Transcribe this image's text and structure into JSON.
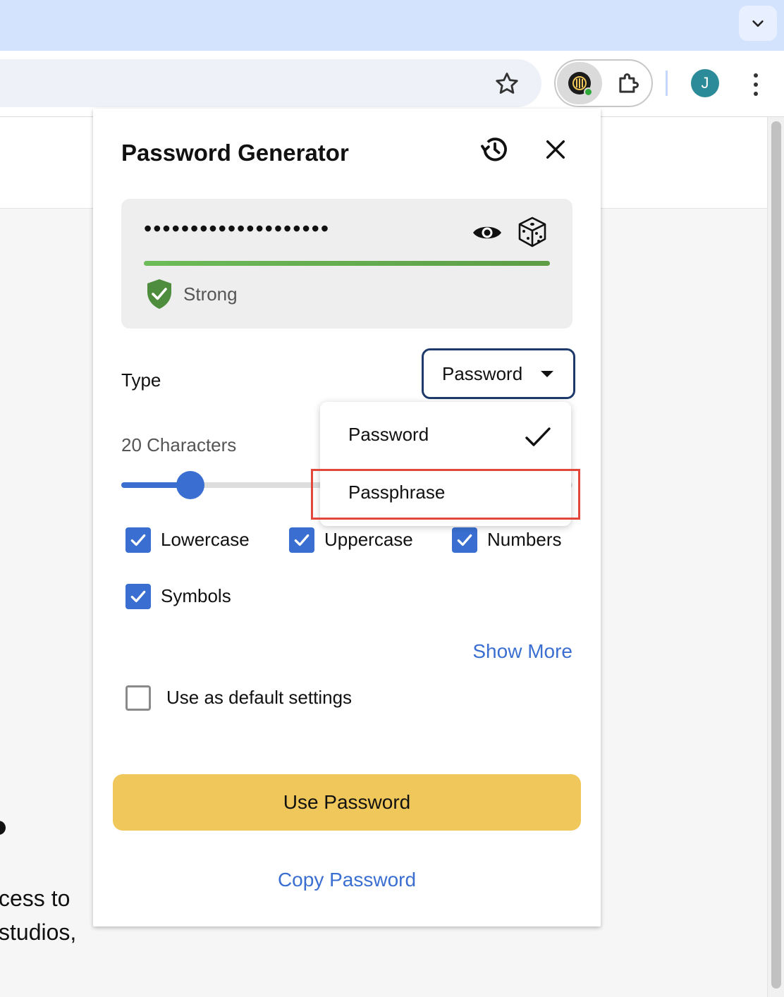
{
  "browser": {
    "tabstrip_menu_icon": "chevron-down-icon",
    "bookmark_icon": "star-icon",
    "extension_icon": "password-manager-icon",
    "extensions_icon": "puzzle-icon",
    "profile_initial": "J",
    "menu_icon": "kebab-icon"
  },
  "page": {
    "text_line1": "cess to",
    "text_line2": "studios,"
  },
  "generator": {
    "title": "Password Generator",
    "history_icon": "history-icon",
    "close_icon": "close-icon",
    "password_masked": "••••••••••••••••••••",
    "show_password_icon": "eye-icon",
    "regenerate_icon": "dice-icon",
    "strength": {
      "label": "Strong",
      "level": 1.0,
      "color": "#5fa64a"
    },
    "type": {
      "label": "Type",
      "selected": "Password",
      "options": [
        {
          "label": "Password",
          "checked": true
        },
        {
          "label": "Passphrase",
          "checked": false
        }
      ]
    },
    "length": {
      "label": "20 Characters",
      "value": 20
    },
    "options": [
      {
        "label": "Lowercase",
        "checked": true
      },
      {
        "label": "Uppercase",
        "checked": true
      },
      {
        "label": "Numbers",
        "checked": true
      },
      {
        "label": "Symbols",
        "checked": true
      }
    ],
    "show_more": "Show More",
    "default_settings": {
      "label": "Use as default settings",
      "checked": false
    },
    "use_button": "Use Password",
    "copy_link": "Copy Password"
  },
  "colors": {
    "accent": "#3a6fd1",
    "primary_button": "#f0c75a",
    "select_border": "#1e3a6b",
    "highlight": "#e2473b"
  }
}
